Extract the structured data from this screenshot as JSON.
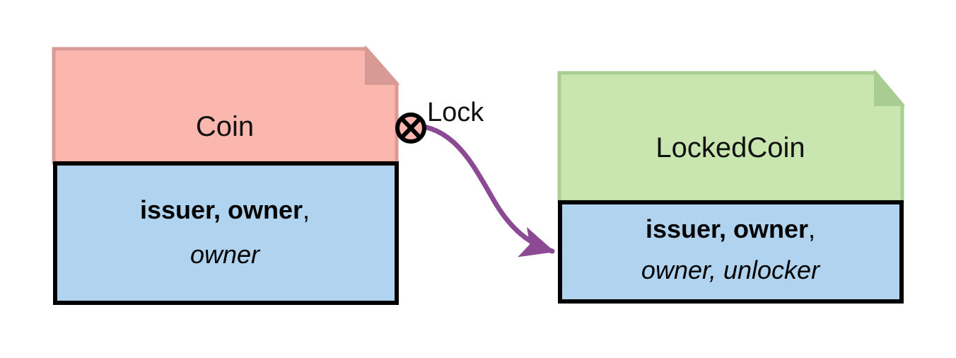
{
  "diagram": {
    "type": "uml-class-note-diagram",
    "background_color": "#ffffff",
    "nodes": [
      {
        "id": "coin",
        "name": "coin-node",
        "title": "Coin",
        "header_color": "#fbb6ad",
        "header_border_color": "#d99b95",
        "fold_color": "#d79a94",
        "body_color": "#b0d4ef",
        "body_border_color": "#000000",
        "attributes_line1_bold": "issuer, owner",
        "attributes_line1_tail": ",",
        "attributes_line2_italic": "owner"
      },
      {
        "id": "lockedcoin",
        "name": "lockedcoin-node",
        "title": "LockedCoin",
        "header_color": "#c9e6b0",
        "header_border_color": "#a9cd92",
        "fold_color": "#a8cc92",
        "body_color": "#b0d4ef",
        "body_border_color": "#000000",
        "attributes_line1_bold": "issuer, owner",
        "attributes_line1_tail": ",",
        "attributes_line2_italic": "owner, unlocker"
      }
    ],
    "edge": {
      "name": "lock-edge",
      "label": "Lock",
      "color": "#8b4a93",
      "source": "coin",
      "target": "lockedcoin",
      "source_decoration": "circled-x",
      "target_decoration": "filled-arrowhead"
    }
  }
}
